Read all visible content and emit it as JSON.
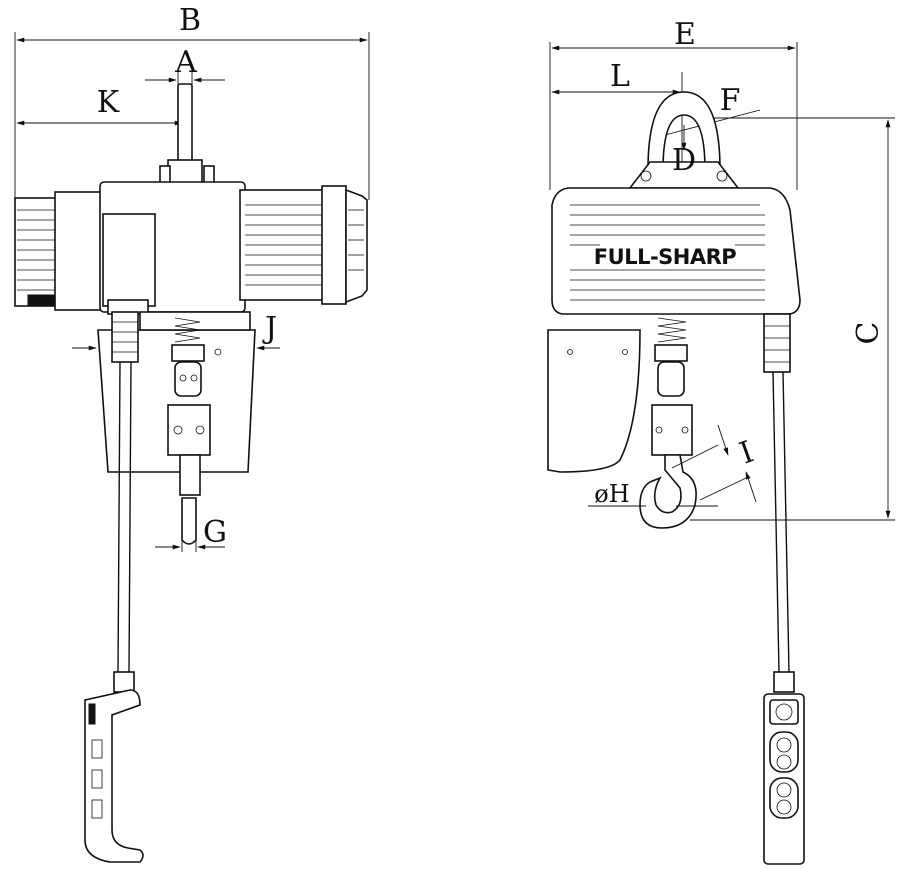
{
  "dimension_labels": {
    "A": "A",
    "B": "B",
    "C": "C",
    "D": "D",
    "E": "E",
    "F": "F",
    "G": "G",
    "H": "øH",
    "I": "I",
    "J": "J",
    "K": "K",
    "L": "L"
  },
  "brand_text": "FULL-SHARP",
  "colors": {
    "ink": "#111111",
    "paper": "#ffffff"
  }
}
